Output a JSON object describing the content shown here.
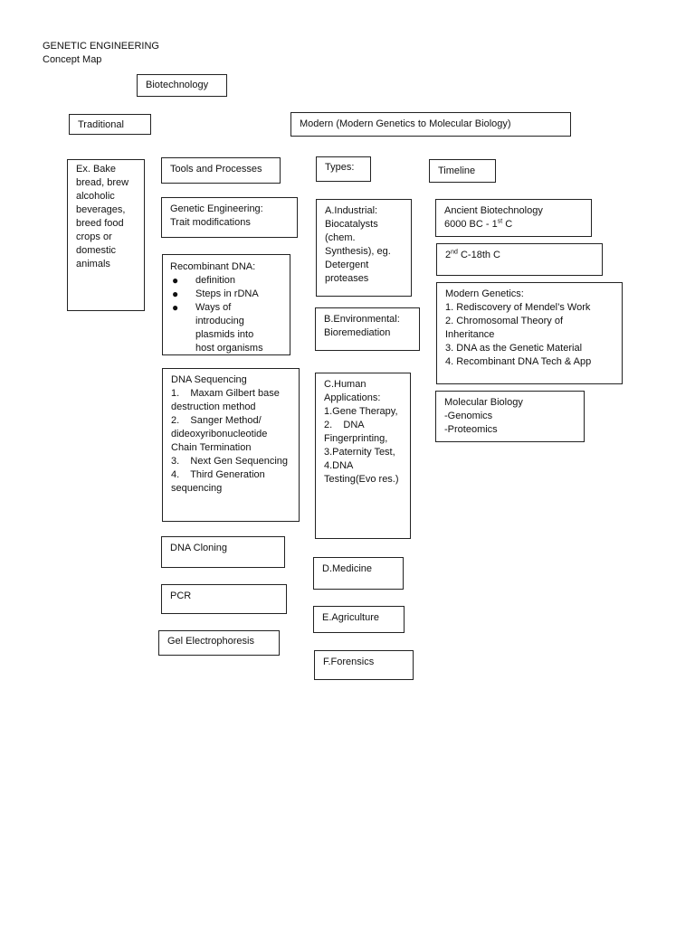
{
  "header": {
    "title": "GENETIC ENGINEERING",
    "subtitle": "Concept Map"
  },
  "root": "Biotechnology",
  "traditional": {
    "label": "Traditional",
    "example": [
      "Ex. Bake",
      "bread, brew",
      "alcoholic",
      "beverages,",
      "breed food",
      "crops or",
      "domestic",
      "animals"
    ]
  },
  "modern": {
    "label": "Modern (Modern Genetics to Molecular Biology)"
  },
  "tools": {
    "label": "Tools and Processes",
    "genetic_engineering": [
      "Genetic Engineering:",
      "Trait modifications"
    ],
    "recombinant": {
      "title": "Recombinant DNA:",
      "bullets": [
        "definition",
        "Steps in rDNA",
        "Ways of"
      ],
      "continuation": [
        "introducing",
        "plasmids into",
        "host organisms"
      ]
    },
    "sequencing": [
      "DNA Sequencing",
      "1.    Maxam Gilbert base",
      "destruction method",
      "2.    Sanger Method/",
      "dideoxyribonucleotide",
      "Chain Termination",
      "3.    Next Gen Sequencing",
      "4.    Third Generation",
      "sequencing"
    ],
    "cloning": "DNA Cloning",
    "pcr": "PCR",
    "gel": "Gel Electrophoresis"
  },
  "types": {
    "label": "Types:",
    "industrial": [
      "A.Industrial:",
      "Biocatalysts",
      "(chem.",
      "Synthesis), eg.",
      "Detergent",
      "proteases"
    ],
    "environmental": [
      "B.Environmental:",
      "Bioremediation"
    ],
    "human": [
      "C.Human",
      "Applications:",
      "1.Gene Therapy,",
      "2.    DNA",
      "Fingerprinting,",
      "3.Paternity Test,",
      "4.DNA",
      "Testing(Evo res.)"
    ],
    "medicine": "D.Medicine",
    "agriculture": "E.Agriculture",
    "forensics": "F.Forensics"
  },
  "timeline": {
    "label": "Timeline",
    "ancient": {
      "line1": "Ancient Biotechnology",
      "line2_pre": "6000 BC - 1",
      "line2_sup": "st",
      "line2_post": " C"
    },
    "middle": {
      "pre": "2",
      "sup": "nd",
      "post": " C-18th C"
    },
    "modern_genetics": [
      "Modern Genetics:",
      "1. Rediscovery of Mendel’s Work",
      "2. Chromosomal Theory of",
      "Inheritance",
      "3. DNA as the Genetic Material",
      "4. Recombinant DNA Tech & App"
    ],
    "molecular": [
      "Molecular Biology",
      "-Genomics",
      "-Proteomics"
    ]
  }
}
